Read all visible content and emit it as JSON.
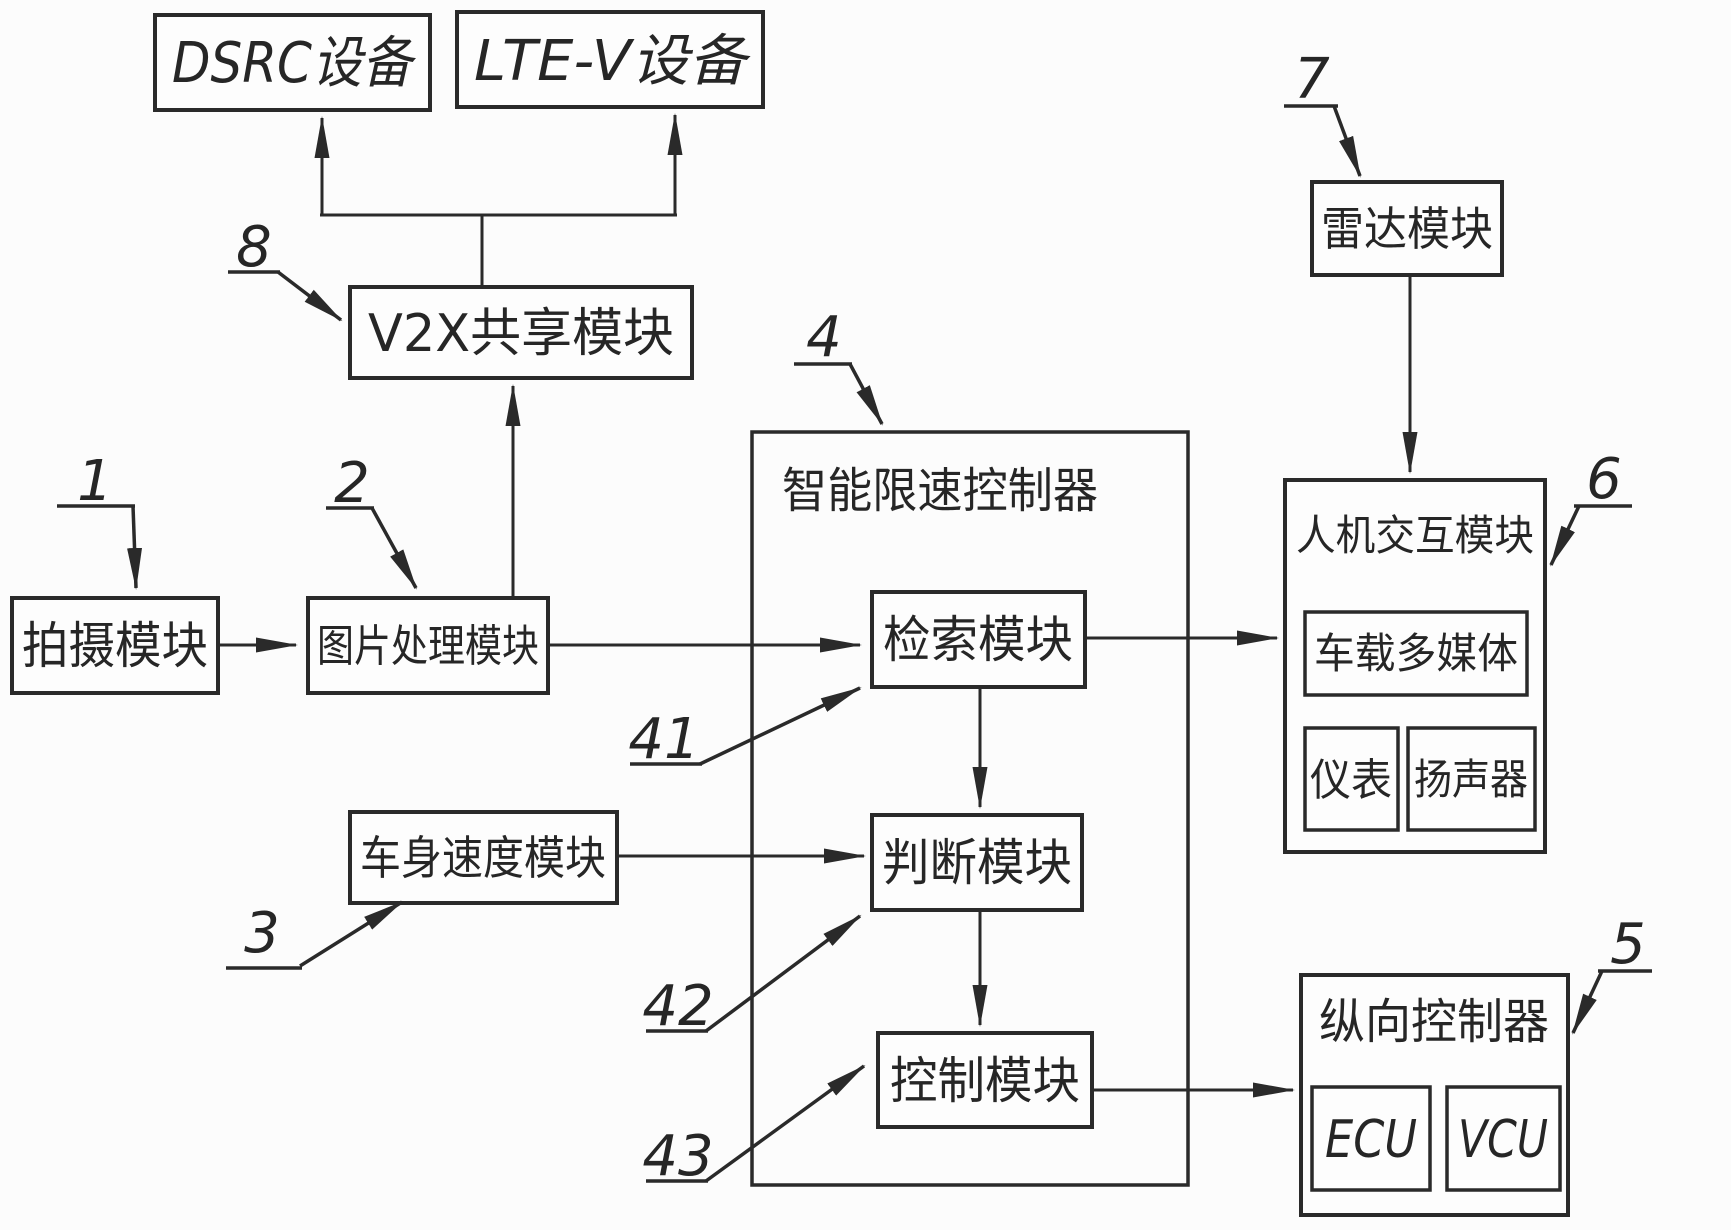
{
  "figure": {
    "kind": "patent-block-diagram",
    "colors": {
      "ink": "#2a2a2a",
      "paper": "#fcfcfc"
    }
  },
  "boxes": {
    "dsrc_device": {
      "label": "DSRC设备"
    },
    "lte_v_device": {
      "label": "LTE-V设备"
    },
    "v2x_sharing_module": {
      "label": "V2X共享模块"
    },
    "camera_module": {
      "label": "拍摄模块"
    },
    "image_processing_module": {
      "label": "图片处理模块"
    },
    "vehicle_speed_module": {
      "label": "车身速度模块"
    },
    "smart_speed_limit_controller": {
      "label": "智能限速控制器"
    },
    "retrieval_module": {
      "label": "检索模块"
    },
    "judgment_module": {
      "label": "判断模块"
    },
    "control_module": {
      "label": "控制模块"
    },
    "radar_module": {
      "label": "雷达模块"
    },
    "hmi_module": {
      "label": "人机交互模块"
    },
    "vehicle_multimedia": {
      "label": "车载多媒体"
    },
    "instrument": {
      "label": "仪表"
    },
    "speaker": {
      "label": "扬声器"
    },
    "longitudinal_controller": {
      "label": "纵向控制器"
    },
    "ecu": {
      "label": "ECU"
    },
    "vcu": {
      "label": "VCU"
    }
  },
  "ref_labels": {
    "n1": "1",
    "n2": "2",
    "n3": "3",
    "n4": "4",
    "n5": "5",
    "n6": "6",
    "n7": "7",
    "n8": "8",
    "n41": "41",
    "n42": "42",
    "n43": "43"
  }
}
